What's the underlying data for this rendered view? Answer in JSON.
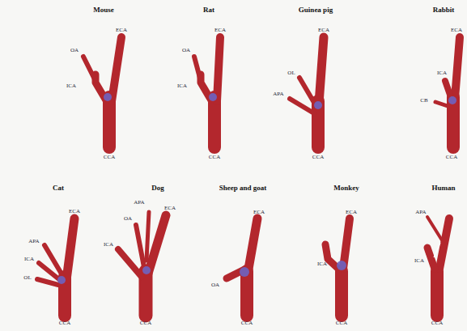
{
  "diagram": {
    "labels": [
      "Mouse",
      "ECA",
      "OA",
      "ICA",
      "CCA",
      "Rat",
      "ECA",
      "OA",
      "ICA",
      "CCA",
      "Guinea pig",
      "ECA",
      "OL",
      "APA",
      "CCA",
      "Rabbit",
      "ECA",
      "ICA",
      "CB",
      "CCA",
      "Cat",
      "ECA",
      "APA",
      "ICA",
      "OL",
      "CCA",
      "Dog",
      "APA",
      "ECA",
      "OA",
      "ICA",
      "CCA",
      "Sheep and goat",
      "ECA",
      "OA",
      "CCA",
      "Monkey",
      "ECA",
      "ICA",
      "CCA",
      "Human",
      "APA",
      "ICA",
      "CCA"
    ]
  }
}
